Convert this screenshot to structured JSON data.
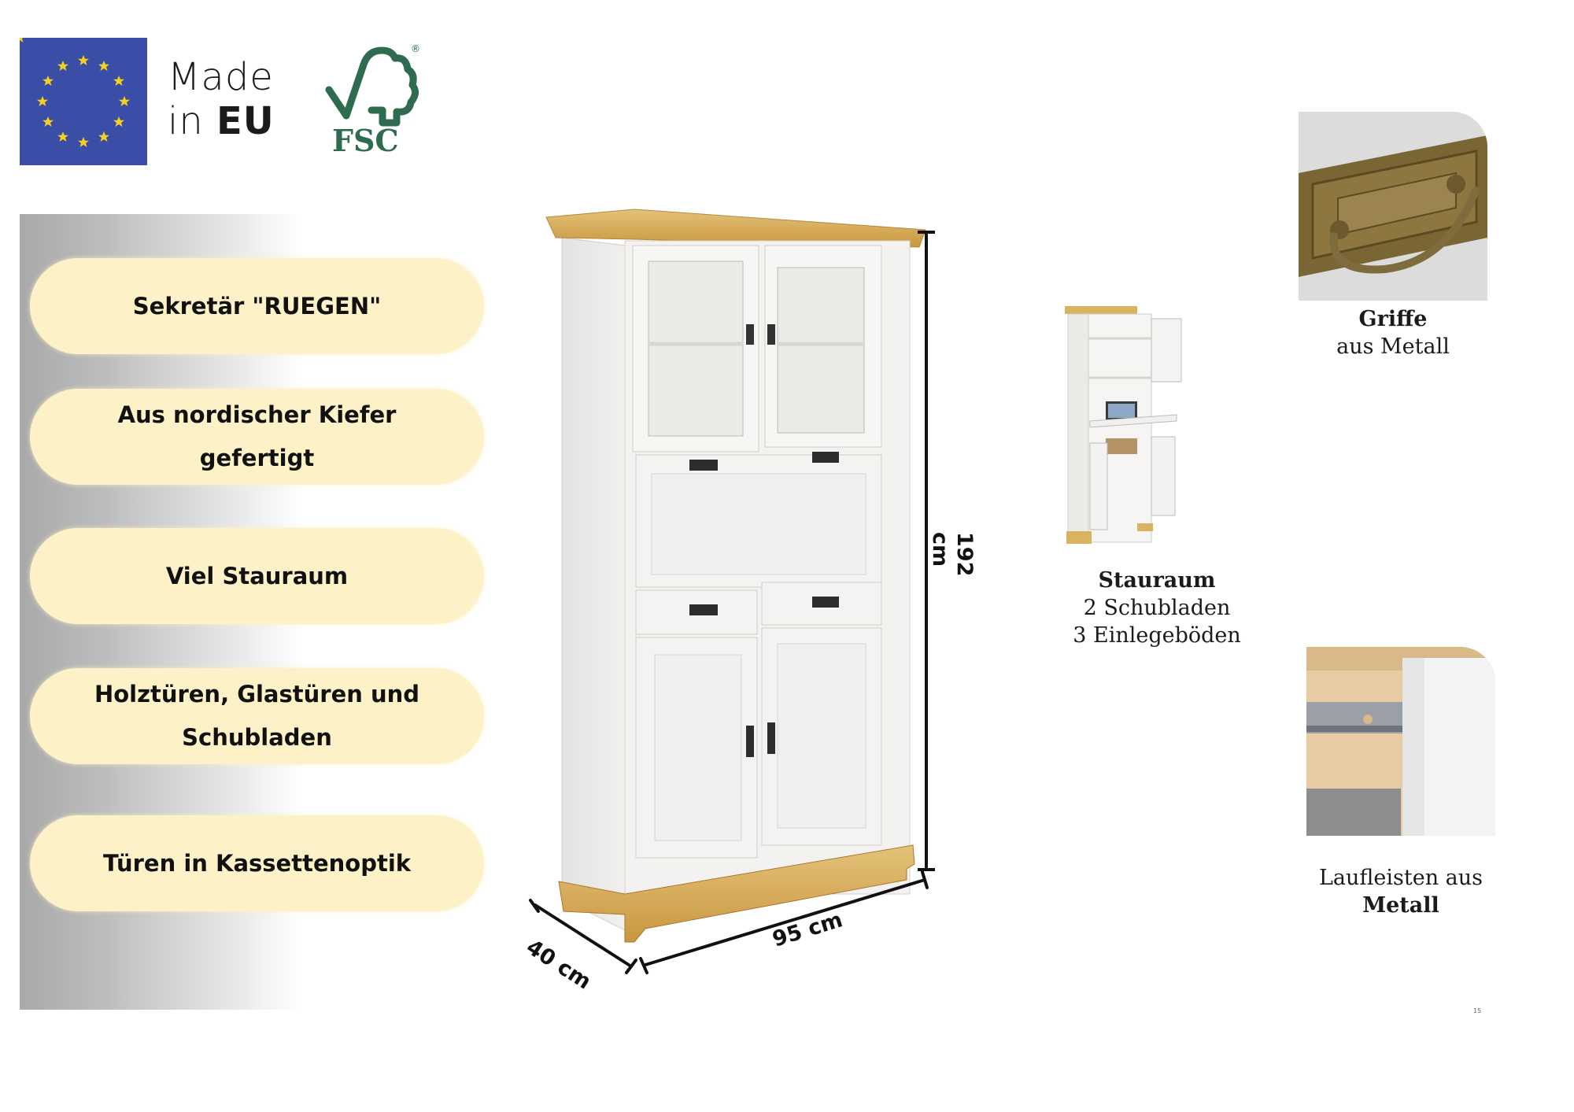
{
  "badges": {
    "eu_flag": {
      "icon": "eu-flag-icon",
      "star_count": 12,
      "bg_color": "#3a4ea8",
      "star_color": "#f5d020"
    },
    "made_in_line1": "Made",
    "made_in_line2_prefix": "in ",
    "made_in_line2_bold": "EU",
    "fsc": {
      "icon": "fsc-tree-check-icon",
      "label": "FSC",
      "registered": "®",
      "color": "#2f6b4f"
    }
  },
  "features": [
    {
      "label": "Sekretär \"RUEGEN\""
    },
    {
      "label": "Aus nordischer Kiefer gefertigt"
    },
    {
      "label": "Viel Stauraum"
    },
    {
      "label": "Holztüren, Glastüren und Schubladen"
    },
    {
      "label": "Türen in Kassettenoptik"
    }
  ],
  "product": {
    "image": "secretary-cabinet-white-pine",
    "dimensions": {
      "height": "192 cm",
      "width": "95 cm",
      "depth": "40 cm"
    }
  },
  "details": {
    "storage": {
      "image": "open-secretary-with-laptop",
      "title": "Stauraum",
      "line1": "2 Schubladen",
      "line2": "3 Einlegeböden"
    },
    "handles": {
      "image": "antique-brass-drop-handle",
      "title": "Griffe",
      "subtitle": "aus Metall"
    },
    "rails": {
      "image": "metal-drawer-rail-closeup",
      "line1": "Laufleisten aus",
      "title": "Metall"
    }
  },
  "page_number": "15",
  "colors": {
    "pill_bg": "#fdf2c7",
    "panel_gradient_start": "#a9a9a9",
    "panel_gradient_end": "#ffffff",
    "pine": "#d9b35f",
    "cabinet_white": "#f1f0ee"
  }
}
